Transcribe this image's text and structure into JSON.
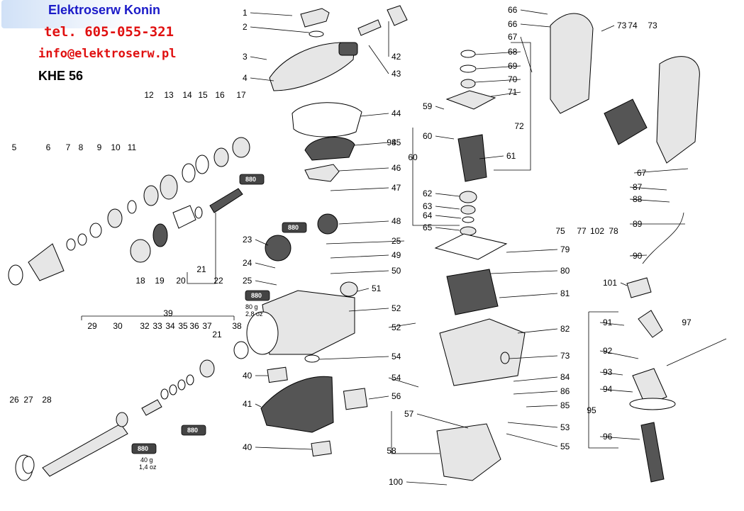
{
  "header": {
    "company": "Elektroserw Konin",
    "phone": "tel. 605-055-321",
    "email": "info@elektroserw.pl",
    "model": "KHE 56"
  },
  "callouts": [
    "1",
    "2",
    "3",
    "4",
    "5",
    "6",
    "7",
    "8",
    "9",
    "10",
    "11",
    "12",
    "13",
    "14",
    "15",
    "16",
    "17",
    "18",
    "19",
    "20",
    "21",
    "21",
    "22",
    "23",
    "24",
    "25",
    "25",
    "26",
    "27",
    "28",
    "29",
    "30",
    "32",
    "33",
    "34",
    "35",
    "36",
    "37",
    "38",
    "39",
    "40",
    "40",
    "41",
    "42",
    "43",
    "44",
    "45",
    "46",
    "47",
    "48",
    "49",
    "50",
    "51",
    "52",
    "52",
    "53",
    "54",
    "54",
    "55",
    "56",
    "57",
    "58",
    "59",
    "60",
    "60",
    "61",
    "62",
    "63",
    "64",
    "65",
    "66",
    "66",
    "67",
    "67",
    "68",
    "69",
    "70",
    "71",
    "72",
    "73",
    "73",
    "73",
    "74",
    "75",
    "77",
    "78",
    "79",
    "80",
    "81",
    "82",
    "84",
    "85",
    "86",
    "87",
    "88",
    "89",
    "90",
    "91",
    "92",
    "93",
    "94",
    "95",
    "96",
    "97",
    "98",
    "100",
    "101",
    "102"
  ],
  "grease_tubes": [
    {
      "label": "880",
      "weight_g": "",
      "weight_oz": ""
    },
    {
      "label": "880",
      "weight_g": "",
      "weight_oz": ""
    },
    {
      "label": "880",
      "weight_g": "80 g",
      "weight_oz": "2,8 oz"
    },
    {
      "label": "880",
      "weight_g": "",
      "weight_oz": ""
    },
    {
      "label": "880",
      "weight_g": "40 g",
      "weight_oz": "1,4 oz"
    }
  ]
}
